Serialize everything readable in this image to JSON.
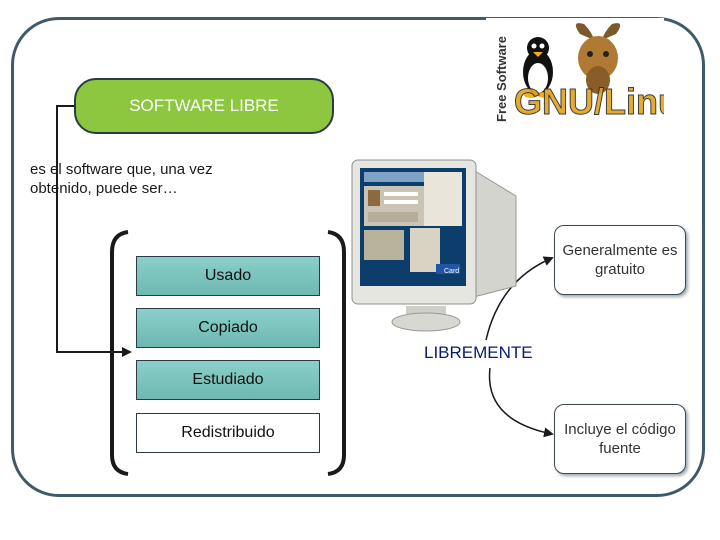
{
  "title": "SOFTWARE LIBRE",
  "intro": "es el software que, una vez obtenido, puede ser…",
  "actions": [
    "Usado",
    "Copiado",
    "Estudiado",
    "Redistribuido"
  ],
  "keyword": "LIBREMENTE",
  "notes": [
    "Generalmente es gratuito",
    "Incluye el código fuente"
  ],
  "logo": {
    "side_text": "Free Software",
    "main_text": "GNU/Linux",
    "icons": [
      "tux-penguin-icon",
      "gnu-head-icon"
    ]
  },
  "monitor": {
    "icon": "crt-monitor-icon",
    "screen_label": "Card"
  },
  "colors": {
    "title_fill": "#8dc63f",
    "action_fill": "#7cc4bd",
    "frame": "#3f5a6a",
    "keyword": "#0a1b6e"
  }
}
